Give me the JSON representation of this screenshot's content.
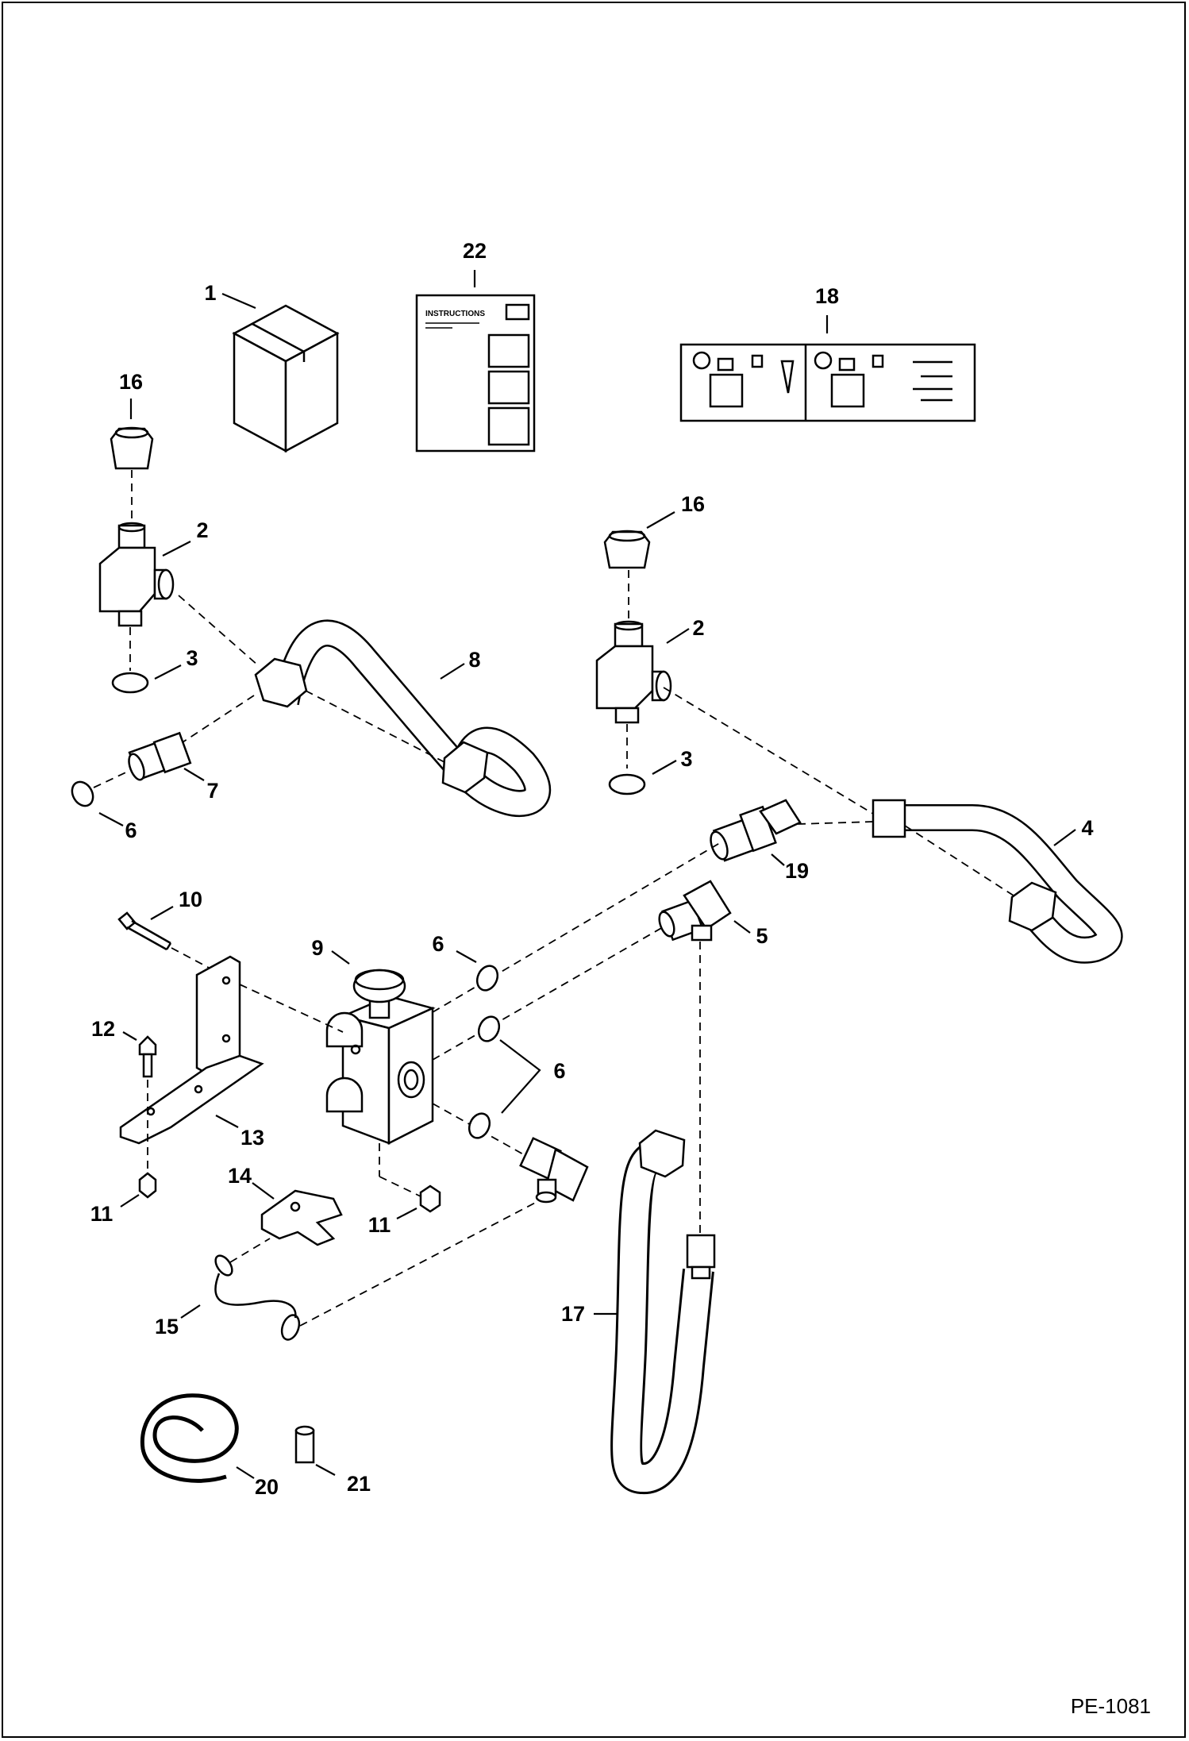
{
  "figure_id": "PE-1081",
  "instructions_sheet": {
    "heading": "INSTRUCTIONS"
  },
  "callouts": {
    "c1": "1",
    "c2a": "2",
    "c2b": "2",
    "c3a": "3",
    "c3b": "3",
    "c4": "4",
    "c5": "5",
    "c6a": "6",
    "c6b": "6",
    "c6c": "6",
    "c7": "7",
    "c8": "8",
    "c9": "9",
    "c10": "10",
    "c11a": "11",
    "c11b": "11",
    "c12": "12",
    "c13": "13",
    "c14": "14",
    "c15": "15",
    "c16a": "16",
    "c16b": "16",
    "c17": "17",
    "c18": "18",
    "c19": "19",
    "c20": "20",
    "c21": "21",
    "c22": "22"
  }
}
